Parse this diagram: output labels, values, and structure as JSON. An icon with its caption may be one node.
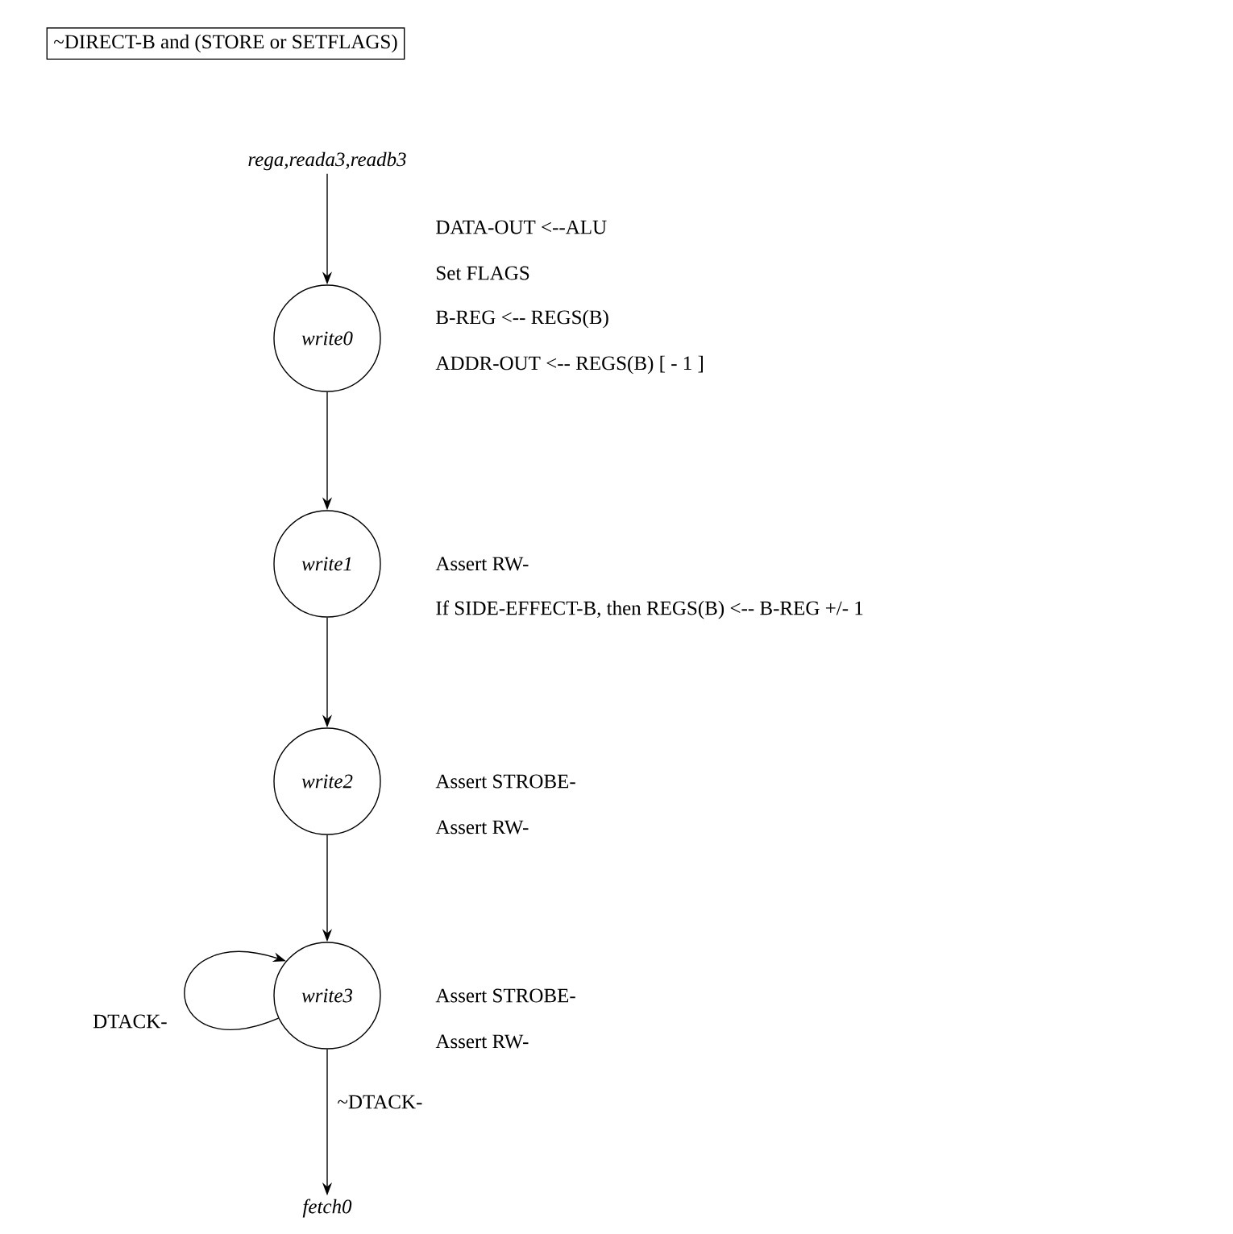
{
  "diagram": {
    "nodes": [
      {
        "text": [
          "~DIRECT-B and (STORE or SETFLAGS)"
        ]
      },
      {
        "text": [
          "rega,reada3,readb3"
        ]
      },
      {
        "text": [
          "write0"
        ],
        "beside": [
          "DATA-OUT <--ALU",
          "Set FLAGS",
          "B-REG <-- REGS(B)",
          "ADDR-OUT <-- REGS(B) [ - 1 ]"
        ]
      },
      {
        "text": [
          "write1"
        ],
        "beside": [
          "Assert RW-",
          "If SIDE-EFFECT-B, then REGS(B) <-- B-REG +/- 1"
        ]
      },
      {
        "text": [
          "write2"
        ],
        "beside": [
          "Assert STROBE-",
          "Assert RW-"
        ]
      },
      {
        "text": [
          "write3"
        ],
        "beside": [
          "Assert STROBE-",
          "Assert RW-"
        ]
      },
      {
        "text": [
          "fetch0"
        ]
      }
    ],
    "edges": [
      {
        "from": 1,
        "to": 2,
        "arrow": "to"
      },
      {
        "from": 2,
        "to": 3,
        "arrow": "to"
      },
      {
        "from": 3,
        "to": 4,
        "arrow": "to"
      },
      {
        "from": 4,
        "to": 5,
        "arrow": "to"
      },
      {
        "from": 5,
        "to": 5,
        "arrow": "to",
        "label": "DTACK-"
      },
      {
        "from": 5,
        "to": 6,
        "arrow": "to",
        "label": "~DTACK-"
      }
    ]
  }
}
